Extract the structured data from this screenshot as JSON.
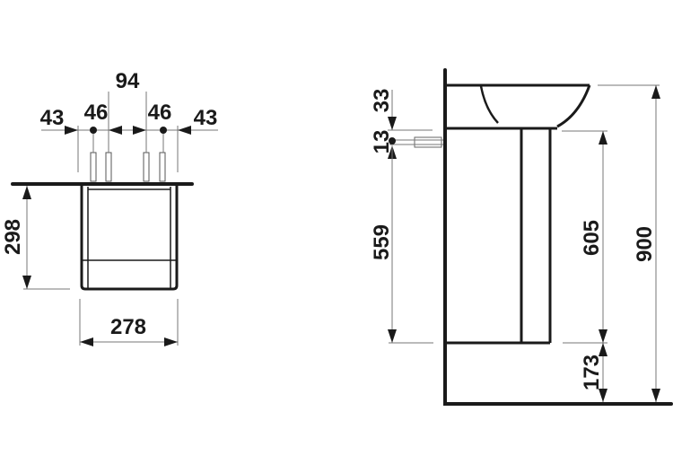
{
  "drawing": {
    "front_view": {
      "dims": {
        "top_center": "94",
        "left_outer": "43",
        "left_inner": "46",
        "right_inner": "46",
        "right_outer": "43",
        "height": "298",
        "width": "278"
      }
    },
    "side_view": {
      "dims": {
        "top_offset": "33",
        "fixing_offset": "13",
        "fixing_height": "559",
        "cabinet_height": "605",
        "floor_clearance": "173",
        "total_height": "900"
      }
    }
  }
}
